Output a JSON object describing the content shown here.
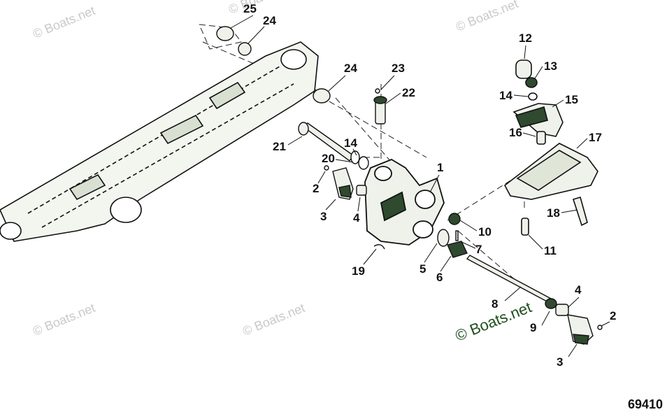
{
  "diagram": {
    "figure_number": "69410",
    "watermark_main": "© Boats.net",
    "watermark_faint": "© Boats.net",
    "colors": {
      "part_fill": "#eef2ea",
      "part_dark": "#2f4a2f",
      "line": "#111111",
      "watermark": "#c9c9c9"
    },
    "callouts": [
      "25",
      "24",
      "24",
      "23",
      "22",
      "21",
      "14",
      "20",
      "2",
      "3",
      "4",
      "1",
      "10",
      "7",
      "5",
      "6",
      "19",
      "12",
      "13",
      "14",
      "15",
      "16",
      "17",
      "18",
      "11",
      "8",
      "4",
      "2",
      "9",
      "3"
    ]
  }
}
